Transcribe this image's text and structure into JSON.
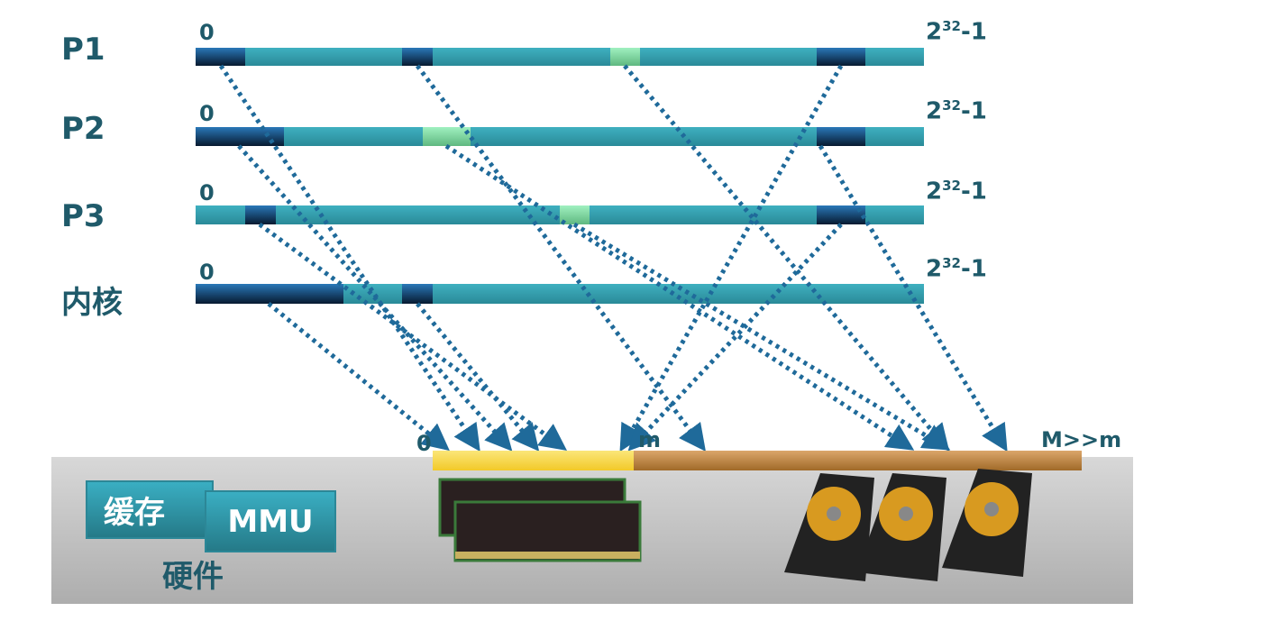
{
  "spaces": [
    {
      "label": "P1",
      "start": "0",
      "end_base": "2",
      "end_exp": "32",
      "end_suffix": "-1"
    },
    {
      "label": "P2",
      "start": "0",
      "end_base": "2",
      "end_exp": "32",
      "end_suffix": "-1"
    },
    {
      "label": "P3",
      "start": "0",
      "end_base": "2",
      "end_exp": "32",
      "end_suffix": "-1"
    },
    {
      "label": "内核",
      "start": "0",
      "end_base": "2",
      "end_exp": "32",
      "end_suffix": "-1"
    }
  ],
  "memory": {
    "start": "0",
    "ram_end": "m",
    "disk_end": "M>>m"
  },
  "hardware": {
    "label": "硬件",
    "cache": "缓存",
    "mmu": "MMU"
  },
  "colors": {
    "bar": "#35a3b3",
    "mapped": "#174d7a",
    "swapped": "#8fe0b0",
    "ram": "#f7d74a",
    "disk": "#c08a44",
    "arrow": "#1f6a9a"
  }
}
